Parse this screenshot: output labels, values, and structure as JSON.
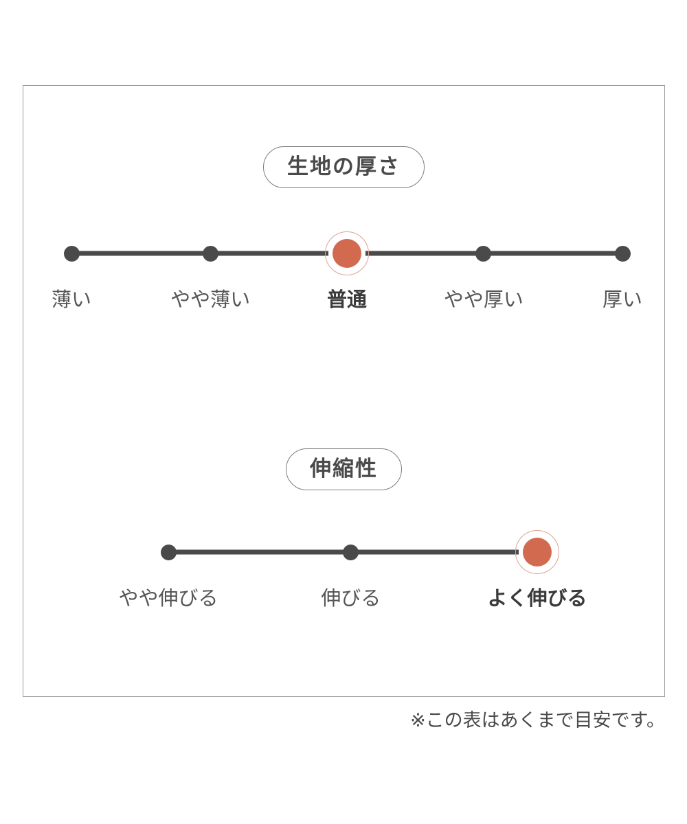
{
  "frame": {
    "border_color": "#9a9a9a"
  },
  "colors": {
    "accent": "#d26a50",
    "accent_ring": "#d9a494",
    "dot": "#4a4a4a",
    "track": "#4a4a4a",
    "text": "#565656"
  },
  "sections": [
    {
      "title": "生地の厚さ",
      "points": [
        {
          "label": "薄い",
          "selected": false
        },
        {
          "label": "やや薄い",
          "selected": false
        },
        {
          "label": "普通",
          "selected": true
        },
        {
          "label": "やや厚い",
          "selected": false
        },
        {
          "label": "厚い",
          "selected": false
        }
      ]
    },
    {
      "title": "伸縮性",
      "points": [
        {
          "label": "やや伸びる",
          "selected": false
        },
        {
          "label": "伸びる",
          "selected": false
        },
        {
          "label": "よく伸びる",
          "selected": true
        }
      ]
    }
  ],
  "footnote": "※この表はあくまで目安です。"
}
